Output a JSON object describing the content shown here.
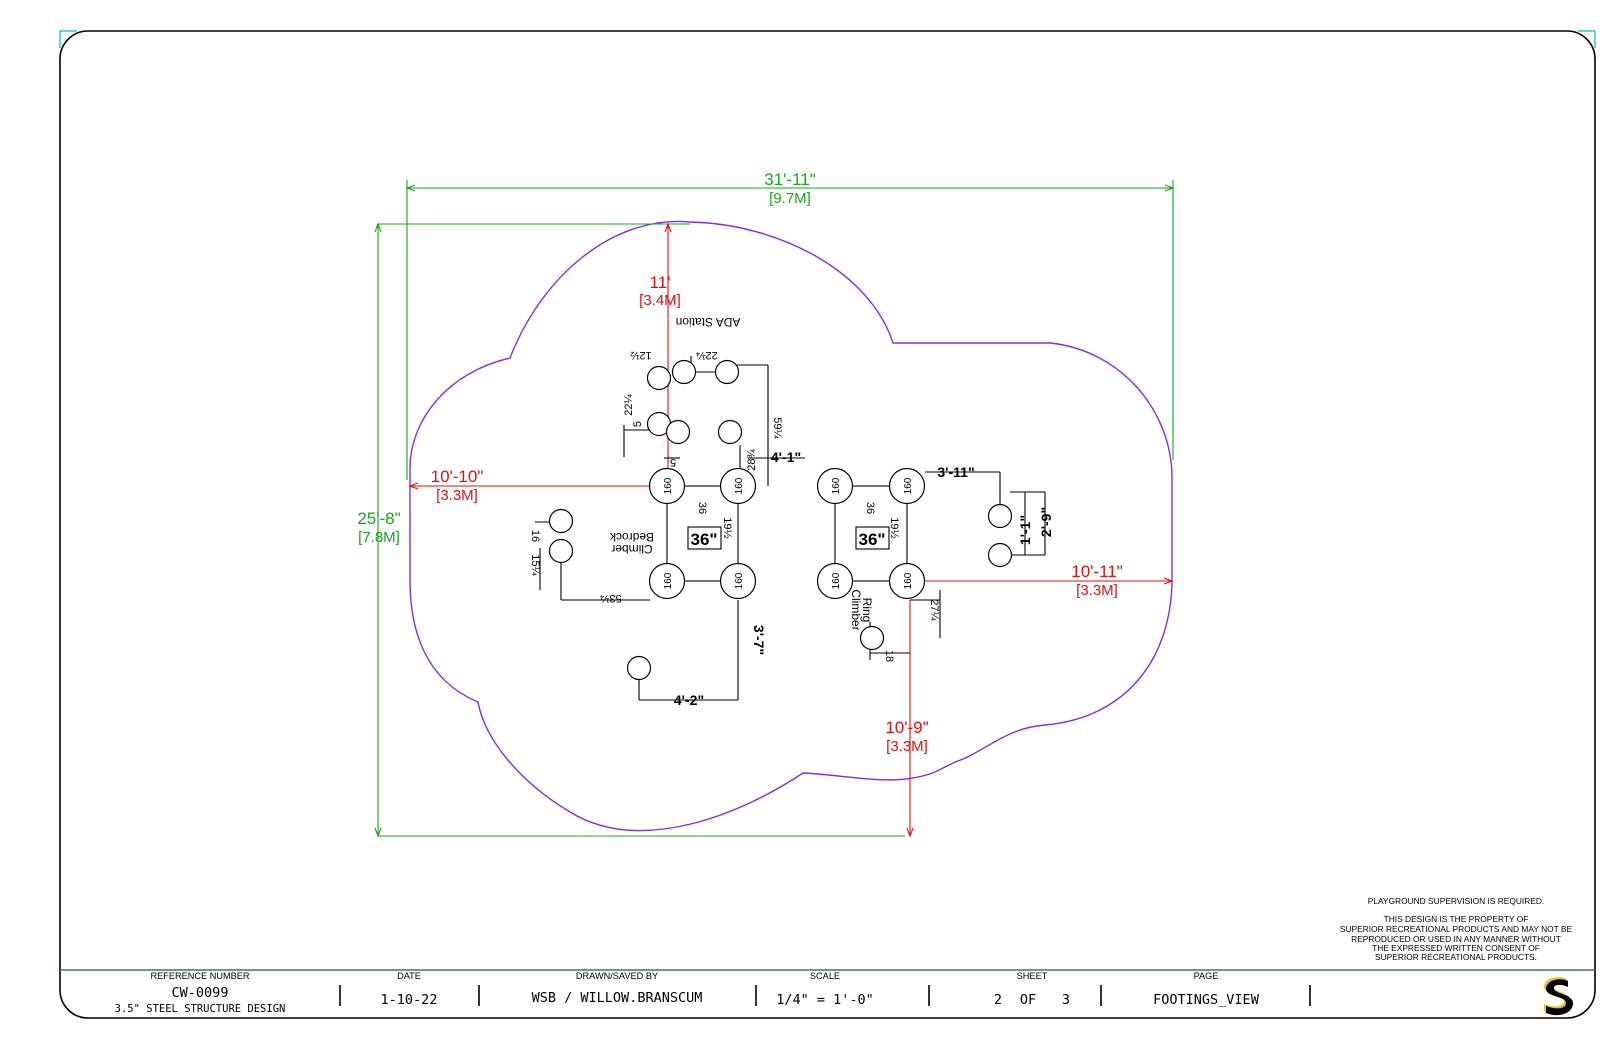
{
  "colors": {
    "border": "#000000",
    "titleblock_line": "#2e7d6b",
    "accent_cyan": "#00bfbf",
    "surface_outline": "#8a2be2",
    "overall_dim": "#1aa51a",
    "use_zone_dim": "#e01010",
    "footing": "#000000",
    "logo_yellow": "#f2c400",
    "logo_black": "#000000"
  },
  "dimensions": {
    "overall_width": {
      "imperial": "31'-11\"",
      "metric": "[9.7M]"
    },
    "overall_depth": {
      "imperial": "25'-8\"",
      "metric": "[7.8M]"
    },
    "top_zone": {
      "imperial": "11'",
      "metric": "[3.4M]"
    },
    "left_zone": {
      "imperial": "10'-10\"",
      "metric": "[3.3M]"
    },
    "right_zone": {
      "imperial": "10'-11\"",
      "metric": "[3.3M]"
    },
    "bottom_zone": {
      "imperial": "10'-9\"",
      "metric": "[3.3M]"
    }
  },
  "footing_label": "160",
  "footing_depth_label": "36\"",
  "inner_dims": {
    "d_22_1": "22¼",
    "d_12": "12½",
    "d_22_2": "22¼",
    "d_5a": "5",
    "d_5b": "5",
    "d_59": "59¼",
    "d_28": "28¾",
    "d_4_1": "4'-1\"",
    "d_36a": "36",
    "d_36b": "36",
    "d_19a": "19½",
    "d_19b": "19½",
    "d_16": "16",
    "d_15": "15¼",
    "d_53": "53¼",
    "d_3_7": "3'-7\"",
    "d_4_2": "4'-2\"",
    "d_3_11": "3'-11\"",
    "d_1_1": "1'-1\"",
    "d_2_9": "2'-9\"",
    "d_27": "27¼",
    "d_18": "18"
  },
  "components": {
    "ada_station": "ADA Station",
    "bedrock_climber": [
      "Bedrock",
      "Climber"
    ],
    "ring_climber": [
      "Ring",
      "Climber"
    ]
  },
  "notes": {
    "supervision": "PLAYGROUND SUPERVISION IS REQUIRED.",
    "property": [
      "THIS DESIGN IS THE PROPERTY OF",
      "SUPERIOR RECREATIONAL PRODUCTS AND MAY NOT BE",
      "REPRODUCED OR USED IN ANY MANNER WITHOUT",
      "THE EXPRESSED WRITTEN CONSENT OF",
      "SUPERIOR RECREATIONAL PRODUCTS."
    ]
  },
  "title_block": {
    "reference_number": {
      "label": "REFERENCE NUMBER",
      "value": "CW-0099",
      "description": "3.5\" STEEL STRUCTURE DESIGN"
    },
    "date": {
      "label": "DATE",
      "value": "1-10-22"
    },
    "drawn": {
      "label": "DRAWN/SAVED BY",
      "value": "WSB / WILLOW.BRANSCUM"
    },
    "scale": {
      "label": "SCALE",
      "value": "1/4\" = 1'-0\""
    },
    "sheet": {
      "label": "SHEET",
      "current": "2",
      "of": "OF",
      "total": "3"
    },
    "page": {
      "label": "PAGE",
      "value": "FOOTINGS_VIEW"
    }
  },
  "logo": {
    "icon": "superior-s-logo"
  }
}
